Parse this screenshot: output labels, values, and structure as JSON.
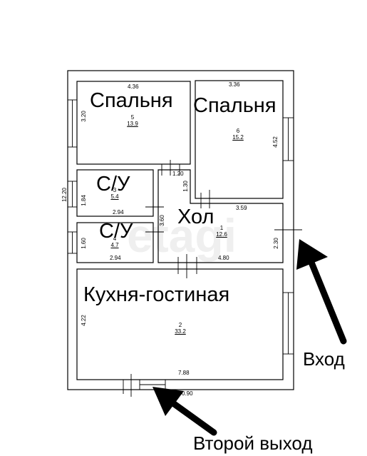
{
  "rooms": {
    "bedroom_left": {
      "name": "Спальня",
      "number": "5",
      "area": "13.9",
      "dim_width": "4.36",
      "dim_height": "3.20"
    },
    "bedroom_right": {
      "name": "Спальня",
      "number": "6",
      "area": "15.2",
      "dim_width": "3.36",
      "dim_height": "4.52"
    },
    "bathroom_top": {
      "name": "С/У",
      "number": "3",
      "area": "5.4",
      "dim_width": "2.94",
      "dim_height": "1.84"
    },
    "bathroom_bottom": {
      "name": "С/У",
      "number": "4",
      "area": "4.7",
      "dim_width": "2.94",
      "dim_height": "1.60"
    },
    "hall": {
      "name": "Хол",
      "number": "1",
      "area": "12.6",
      "dim_width": "4.80",
      "dim_top": "3.59",
      "dim_height": "2.30",
      "dim_corridor_height": "3.60",
      "dim_corridor_width": "1.20",
      "dim_corridor_depth": "1.30"
    },
    "kitchen": {
      "name": "Кухня-гостиная",
      "number": "2",
      "area": "33.2",
      "dim_width": "7.88",
      "dim_height": "4.22",
      "dim_door": "0.90"
    }
  },
  "overall": {
    "height": "12.20"
  },
  "annotations": {
    "entrance": "Вход",
    "second_exit": "Второй выход"
  },
  "watermark": "etagi"
}
